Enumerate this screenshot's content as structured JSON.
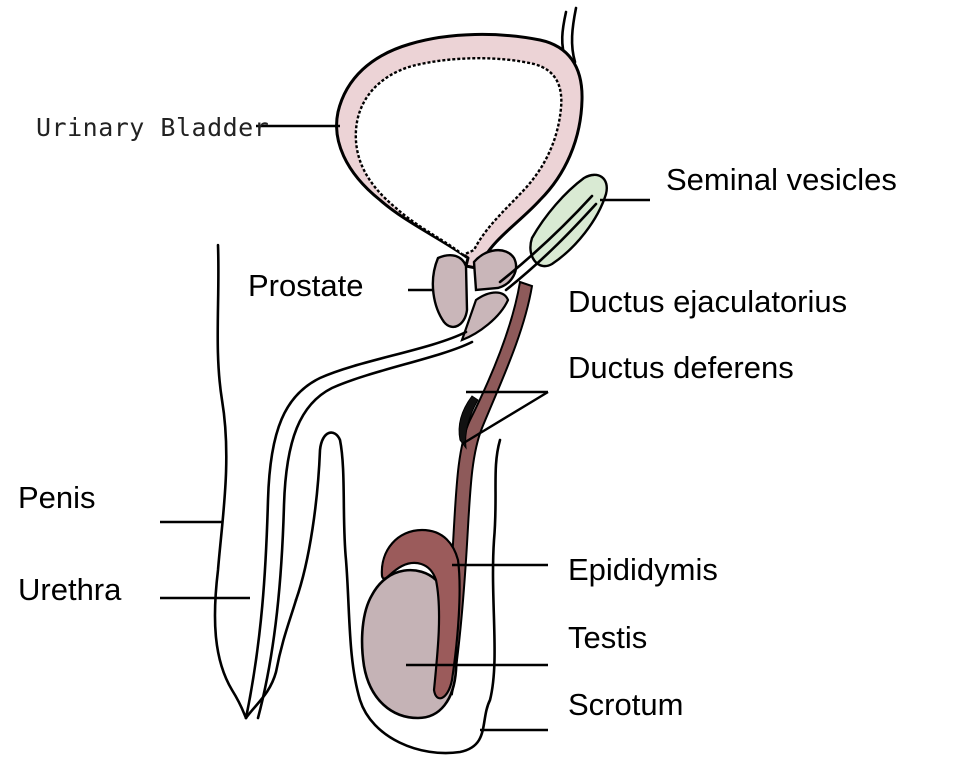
{
  "labels": {
    "urinary_bladder": "Urinary Bladder",
    "seminal_vesicles": "Seminal vesicles",
    "prostate": "Prostate",
    "ductus_ejaculatorius": "Ductus ejaculatorius",
    "ductus_deferens": "Ductus deferens",
    "penis": "Penis",
    "urethra": "Urethra",
    "epididymis": "Epididymis",
    "testis": "Testis",
    "scrotum": "Scrotum"
  },
  "colors": {
    "bladder_wall": "#ecd3d6",
    "prostate": "#c9b6b9",
    "seminal_vesicle": "#d9ead3",
    "ductus_deferens": "#8e5a5a",
    "epididymis": "#9b5b5b",
    "testis": "#c5b3b6",
    "outline": "#000000"
  }
}
